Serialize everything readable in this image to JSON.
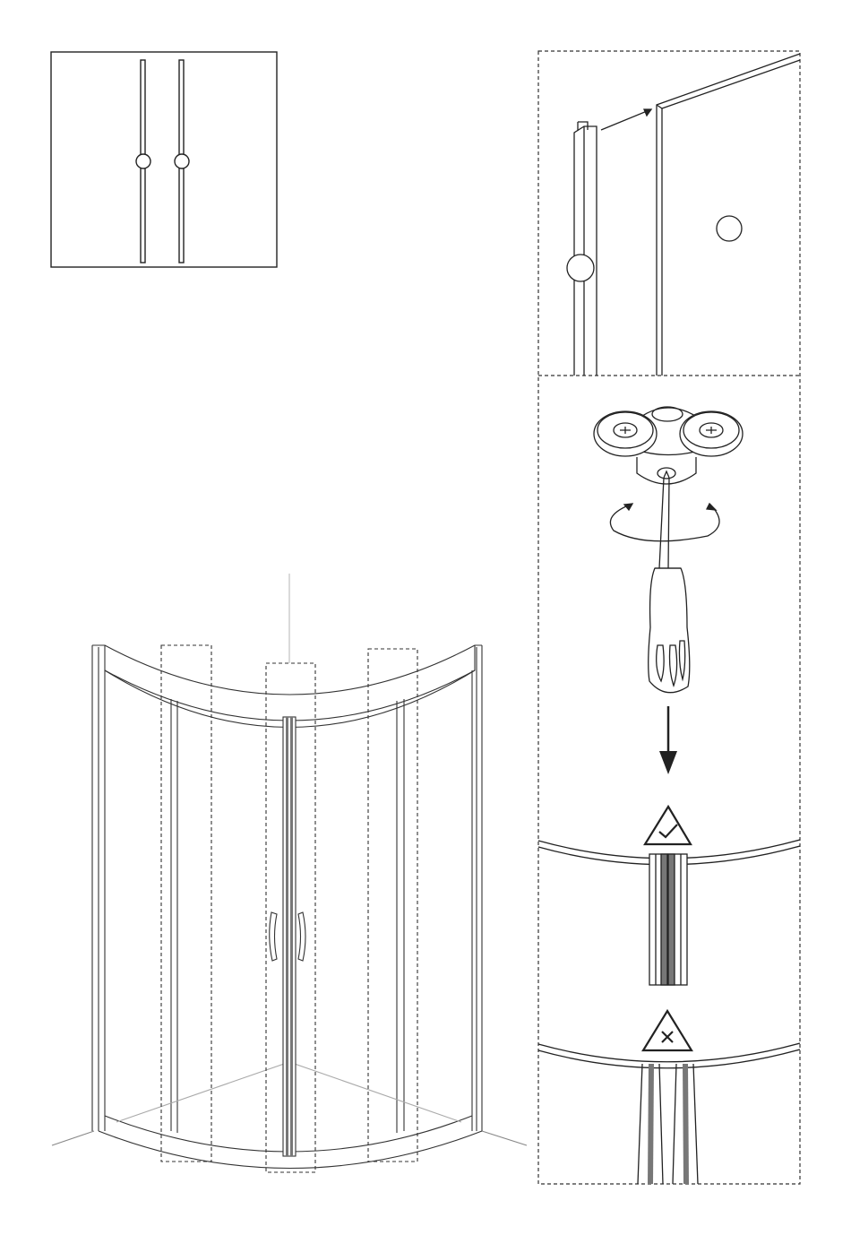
{
  "figure": {
    "kind": "assembly-instruction-diagram",
    "colors": {
      "line": "#222222",
      "seal": "#777777",
      "dash": "#333333",
      "background": "#ffffff"
    },
    "icons": [
      "seal-strip-icon",
      "glass-panel-icon",
      "roller-wheel-icon",
      "screwdriver-icon",
      "rotation-arrow-icon",
      "down-arrow-icon",
      "check-warning-icon",
      "cross-warning-icon"
    ],
    "callouts": [
      {
        "name": "seal-left-marker",
        "label": ""
      },
      {
        "name": "seal-right-marker",
        "label": ""
      },
      {
        "name": "profile-marker",
        "label": ""
      },
      {
        "name": "glass-marker",
        "label": ""
      }
    ],
    "panels": [
      {
        "name": "seal-strips-panel",
        "label": ""
      },
      {
        "name": "profile-attach-panel",
        "label": ""
      },
      {
        "name": "roller-adjust-panel",
        "label": ""
      },
      {
        "name": "correct-alignment-panel",
        "status": "correct"
      },
      {
        "name": "wrong-alignment-panel",
        "status": "wrong"
      }
    ]
  }
}
